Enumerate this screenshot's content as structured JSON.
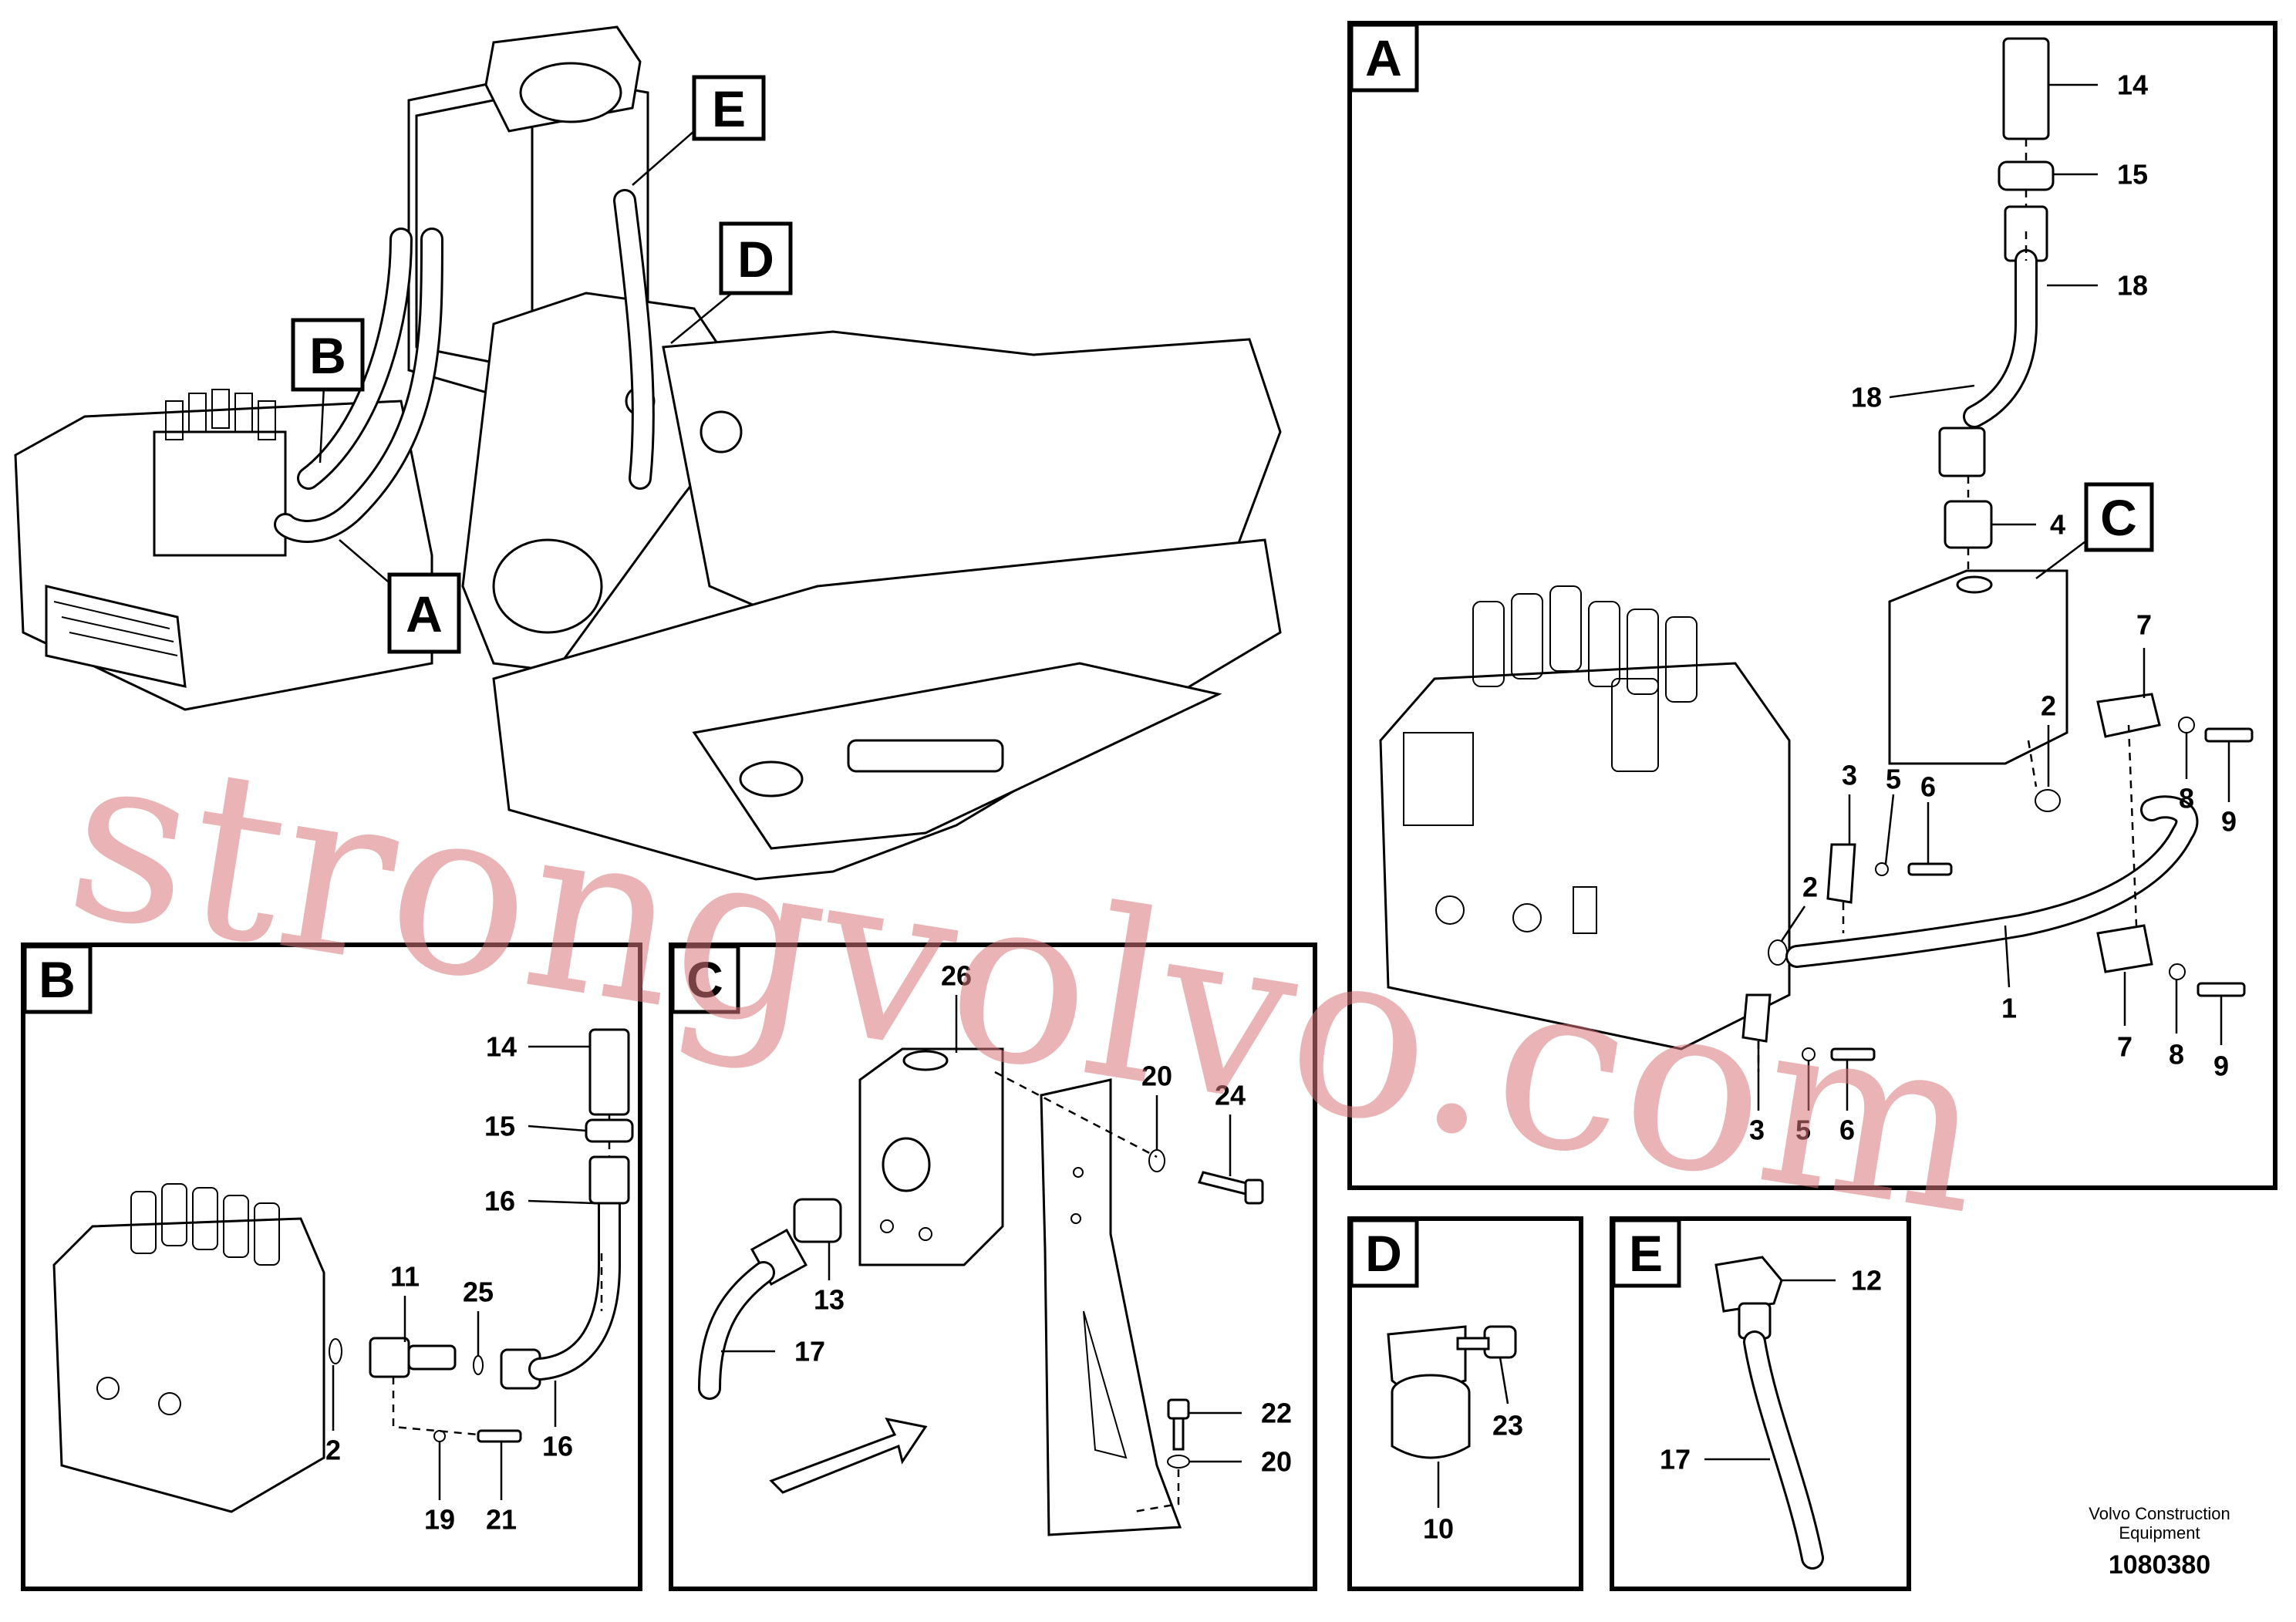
{
  "callouts_main": [
    "A",
    "B",
    "D",
    "E"
  ],
  "panels": {
    "A": {
      "letter": "A",
      "labels": [
        "14",
        "15",
        "18",
        "18",
        "4",
        "7",
        "2",
        "8",
        "9",
        "3",
        "5",
        "6",
        "2",
        "1",
        "7",
        "8",
        "9",
        "3",
        "5",
        "6"
      ],
      "callout_c": "C"
    },
    "B": {
      "letter": "B",
      "labels": [
        "14",
        "15",
        "16",
        "11",
        "25",
        "2",
        "19",
        "21",
        "16"
      ]
    },
    "C": {
      "letter": "C",
      "labels": [
        "26",
        "20",
        "24",
        "13",
        "17",
        "22",
        "20"
      ]
    },
    "D": {
      "letter": "D",
      "labels": [
        "23",
        "10"
      ]
    },
    "E": {
      "letter": "E",
      "labels": [
        "12",
        "17"
      ]
    }
  },
  "watermark": "strongvolvo.com",
  "footer": {
    "company_line1": "Volvo Construction",
    "company_line2": "Equipment",
    "doc_number": "1080380"
  }
}
